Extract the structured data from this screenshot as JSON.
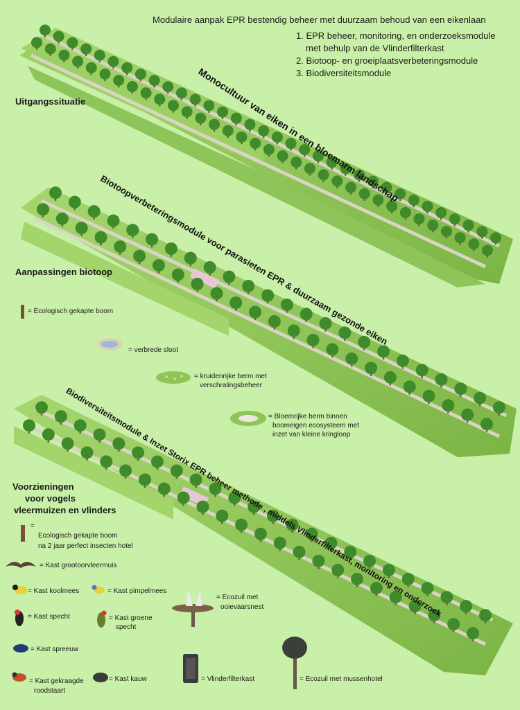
{
  "title": "Modulaire aanpak EPR bestendig beheer met duurzaam behoud van een eikenlaan",
  "modules": [
    "1. EPR beheer, monitoring, en onderzoeksmodule",
    "met behulp van de  Vlinderfilterkast",
    "2. Biotoop- en groeiplaatsverbeteringsmodule",
    "3. Biodiversiteitsmodule"
  ],
  "sections": {
    "start": "Uitgangssituatie",
    "biotope": "Aanpassingen biotoop",
    "provisions": [
      "Voorzieningen",
      "voor vogels",
      "vleermuizen en vlinders"
    ]
  },
  "strip_labels": [
    "Monocultuur van eiken in een bloemarm landschap",
    "Biotoopverbeteringsmodule voor parasieten EPR & duurzaam gezonde eiken",
    "Biodiversiteitsmodule & Inzet Storix EPR beheer methode , middels Vlinderfilterkast, monitoring en onderzoek"
  ],
  "legend_biotope": [
    {
      "label": "= Ecologisch gekapte boom",
      "icon": "stump-icon"
    },
    {
      "label": "= verbrede sloot",
      "icon": "ditch-icon"
    },
    {
      "label": "= kruidenrijke berm met",
      "label2": "verschralingsbeheer",
      "icon": "herb-verge-icon"
    },
    {
      "label": "= Bloemrijke berm binnen",
      "label2": "boomeigen ecosysteem met",
      "label3": "inzet van kleine kringloop",
      "icon": "flower-verge-icon"
    }
  ],
  "legend_provisions": [
    {
      "label": "Ecologisch gekapte boom",
      "label2": "na 2 jaar perfect insecten hotel",
      "icon": "stump-icon",
      "prefix": "="
    },
    {
      "label": "= Kast grootoorvleermuis",
      "icon": "bat-icon"
    },
    {
      "label": "= Kast koolmees",
      "icon": "great-tit-icon"
    },
    {
      "label": "= Kast pimpelmees",
      "icon": "blue-tit-icon"
    },
    {
      "label": "= Kast specht",
      "icon": "woodpecker-icon"
    },
    {
      "label": "= Kast groene",
      "label2": "specht",
      "icon": "green-woodpecker-icon"
    },
    {
      "label": "= Kast spreeuw",
      "icon": "starling-icon"
    },
    {
      "label": "= Kast gekraagde",
      "label2": "roodstaart",
      "icon": "redstart-icon"
    },
    {
      "label": "= Kast kauw",
      "icon": "jackdaw-icon"
    },
    {
      "label": "= Ecozuil met",
      "label2": "ooievaarsnest",
      "icon": "stork-nest-icon"
    },
    {
      "label": "= Vlinderfilterkast",
      "icon": "butterfly-filter-box-icon"
    },
    {
      "label": "= Ecozuil met mussenhotel",
      "icon": "sparrow-hotel-icon"
    }
  ],
  "colors": {
    "background": "#c9f0a8",
    "grass": "#8fc45a",
    "grass_light": "#a8d575",
    "road": "#d9d6c5",
    "tree": "#3f8a2a",
    "ditch": "#9fb7d8"
  }
}
